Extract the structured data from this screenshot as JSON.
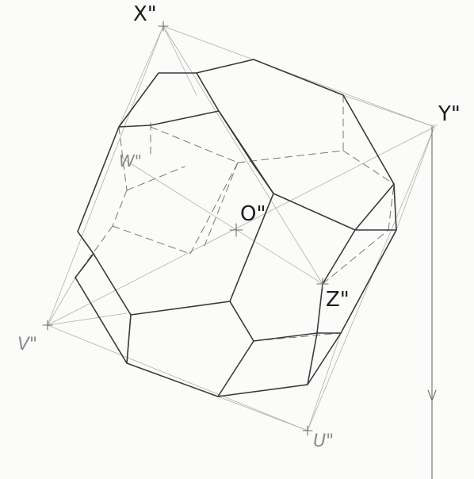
{
  "labels": {
    "x": "X\"",
    "y": "Y\"",
    "z": "Z\"",
    "o": "O\"",
    "w": "W\"",
    "v": "V\"",
    "u": "U\""
  }
}
